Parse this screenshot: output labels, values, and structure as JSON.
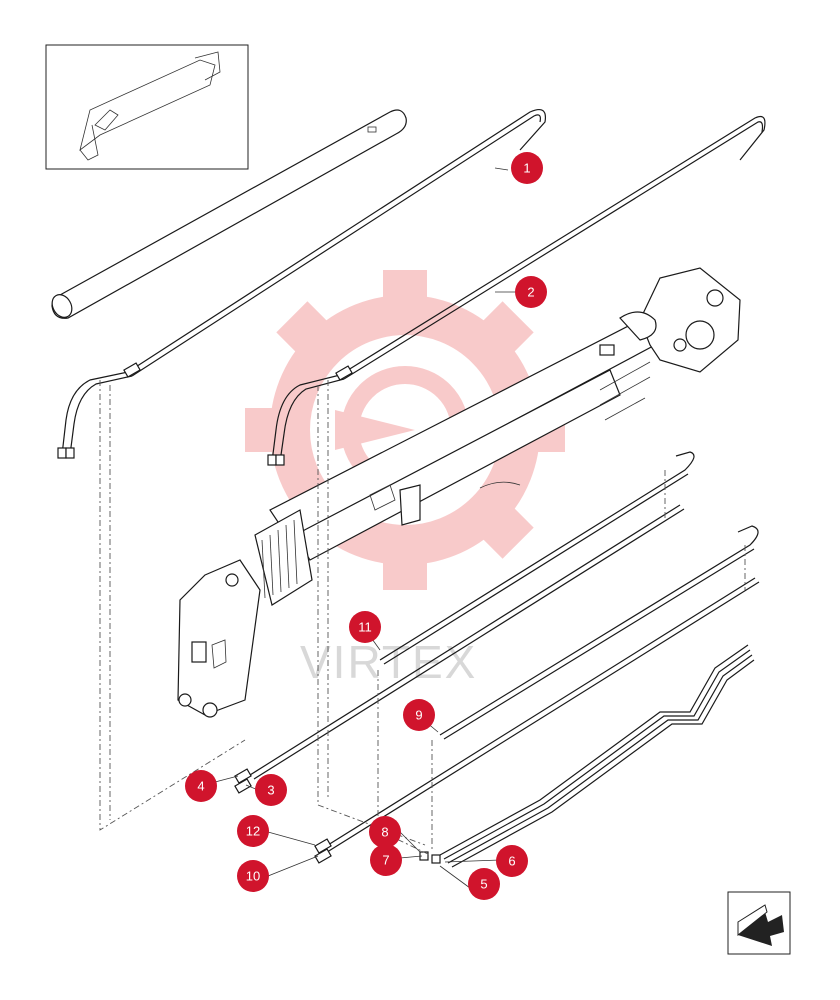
{
  "watermark": {
    "text": "VIRTEX",
    "color": "#f4a0a0"
  },
  "colors": {
    "callout": "#d0142c",
    "line": "#1a1a1a"
  },
  "callouts": [
    {
      "id": "1",
      "label": "1"
    },
    {
      "id": "2",
      "label": "2"
    },
    {
      "id": "3",
      "label": "3"
    },
    {
      "id": "4",
      "label": "4"
    },
    {
      "id": "5",
      "label": "5"
    },
    {
      "id": "6",
      "label": "6"
    },
    {
      "id": "7",
      "label": "7"
    },
    {
      "id": "8",
      "label": "8"
    },
    {
      "id": "9",
      "label": "9"
    },
    {
      "id": "10",
      "label": "10"
    },
    {
      "id": "11",
      "label": "11"
    },
    {
      "id": "12",
      "label": "12"
    }
  ],
  "icons": {
    "nav": "next-page-arrow-icon",
    "thumbnail": "boom-overview-thumbnail"
  }
}
